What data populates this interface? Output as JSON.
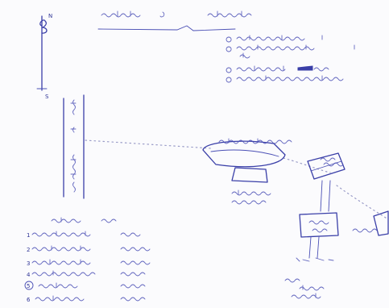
{
  "sheet": {
    "paper": "#fbfbfd",
    "ink": "#3a3fa8",
    "path_color": "#9a9cc8"
  },
  "title": {
    "left": "",
    "right": ""
  },
  "compass": {
    "north": "N",
    "south": "S",
    "icon": "north-arrow-icon"
  },
  "notes": [
    {
      "marker": "",
      "text": ""
    },
    {
      "marker": "",
      "text": ""
    },
    {
      "marker": "",
      "text": ""
    },
    {
      "marker": "",
      "text": ""
    },
    {
      "marker": "",
      "text": ""
    },
    {
      "marker": "",
      "text": ""
    }
  ],
  "road": {
    "label_top": "",
    "label_mid": "",
    "label_bottom": ""
  },
  "map": {
    "main_building": "",
    "lower_building": "",
    "small_building_east": "",
    "building_south_east": "",
    "far_east_label": "",
    "bottom_label": ""
  },
  "legend": {
    "heading": "",
    "rows": [
      {
        "marker": "1",
        "name": "",
        "value": ""
      },
      {
        "marker": "2",
        "name": "",
        "value": ""
      },
      {
        "marker": "3",
        "name": "",
        "value": ""
      },
      {
        "marker": "4",
        "name": "",
        "value": ""
      },
      {
        "marker": "5",
        "name": "",
        "value": ""
      },
      {
        "marker": "6",
        "name": "",
        "value": ""
      }
    ]
  }
}
